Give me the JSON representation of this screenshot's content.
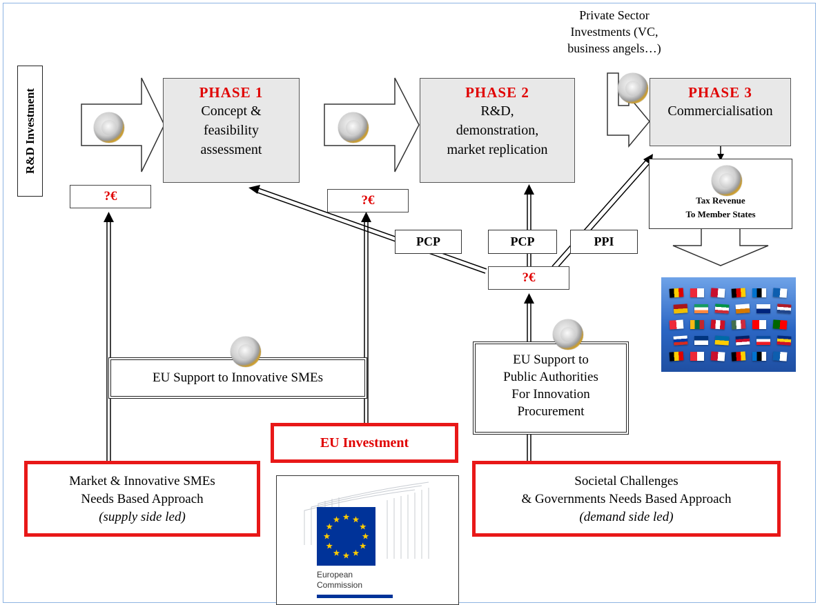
{
  "axis_label": "R&D Investment",
  "private_sector": [
    "Private Sector",
    "Investments (VC,",
    "business angels…)"
  ],
  "phases": [
    {
      "title": "PHASE 1",
      "lines": [
        "Concept &",
        "feasibility",
        "assessment"
      ]
    },
    {
      "title": "PHASE 2",
      "lines": [
        "R&D,",
        "demonstration,",
        "market replication"
      ]
    },
    {
      "title": "PHASE 3",
      "lines": [
        "Commercialisation"
      ]
    }
  ],
  "funding_gap": "?€",
  "instruments": {
    "pcp_1": "PCP",
    "pcp_2": "PCP",
    "ppi": "PPI"
  },
  "tax_revenue": [
    "Tax Revenue",
    "To Member States"
  ],
  "eu_support_smes": "EU Support to Innovative SMEs",
  "eu_support_public": [
    "EU Support to",
    "Public Authorities",
    "For Innovation",
    "Procurement"
  ],
  "eu_investment": "EU Investment",
  "supply_side": {
    "lines": [
      "Market & Innovative SMEs",
      "Needs Based Approach"
    ],
    "note": "(supply side led)"
  },
  "demand_side": {
    "lines": [
      "Societal Challenges",
      "& Governments Needs Based Approach"
    ],
    "note": "(demand side led)"
  },
  "logo": {
    "lines": [
      "European",
      "Commission"
    ]
  },
  "colors": {
    "accent_red": "#e81818",
    "phase_title_red": "#e00000",
    "box_gray": "#e8e8e8",
    "eu_blue": "#003399",
    "eu_gold": "#ffcc00"
  },
  "icons": [
    "euro-coin-icon",
    "eu-flags-image",
    "european-commission-logo"
  ]
}
